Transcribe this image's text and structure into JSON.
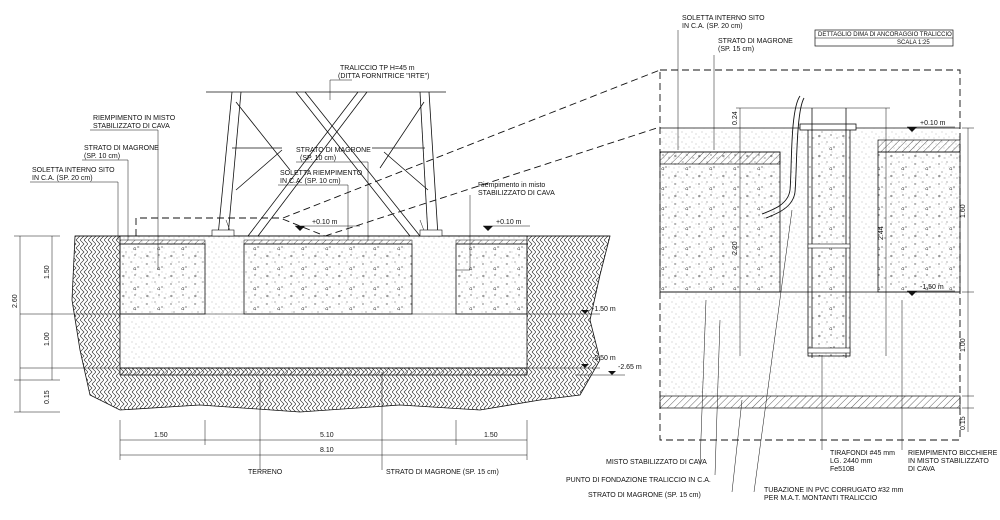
{
  "left_view": {
    "labels": {
      "traliccio_1": "TRALICCIO TP H=45 m",
      "traliccio_2": "(DITTA FORNITRICE \"IRTE\")",
      "riemp_left_1": "RIEMPIMENTO IN MISTO",
      "riemp_left_2": "STABILIZZATO DI CAVA",
      "strato_left_1": "STRATO DI MAGRONE",
      "strato_left_2": "(SP. 10 cm)",
      "soletta_left_1": "SOLETTA INTERNO SITO",
      "soletta_left_2": "IN C.A. (SP. 20 cm)",
      "strato_mid_1": "STRATO DI MAGRONE",
      "strato_mid_2": "(SP. 10 cm)",
      "soletta_mid_1": "SOLETTA RIEMPIMENTO",
      "soletta_mid_2": "IN C.A. (SP. 10 cm)",
      "riemp_right_1": "Riempimento in misto",
      "riemp_right_2": "STABILIZZATO DI CAVA",
      "terreno": "TERRENO",
      "strato_bottom": "STRATO DI MAGRONE (SP. 15 cm)"
    },
    "levels": {
      "plus010_a": "+0.10 m",
      "plus010_b": "+0.10 m",
      "minus150": "-1.50 m",
      "minus250": "-2.50 m",
      "minus265": "-2.65 m"
    },
    "dims": {
      "v150": "1.50",
      "v260": "2.60",
      "v100": "1.00",
      "v015": "0.15",
      "h150a": "1.50",
      "h510": "5.10",
      "h150b": "1.50",
      "h810": "8.10"
    }
  },
  "right_view": {
    "title": "DETTAGLIO DIMA DI ANCORAGGIO TRALICCIO",
    "scale": "SCALA 1:25",
    "labels": {
      "soletta_1": "SOLETTA INTERNO SITO",
      "soletta_2": "IN C.A. (SP. 20 cm)",
      "strato_1": "STRATO DI MAGRONE",
      "strato_2": "(SP. 15 cm)",
      "misto": "MISTO STABILIZZATO DI CAVA",
      "punto": "PUNTO DI FONDAZIONE TRALICCIO IN C.A.",
      "strato_bottom": "STRATO DI MAGRONE (SP. 15 cm)",
      "tirafondi_1": "TIRAFONDI #45 mm",
      "tirafondi_2": "LG. 2440 mm",
      "tirafondi_3": "Fe510B",
      "tubazione_1": "TUBAZIONE IN PVC CORRUGATO #32 mm",
      "tubazione_2": "PER M.A.T. MONTANTI TRALICCIO",
      "riemp_1": "RIEMPIMENTO BICCHIERE",
      "riemp_2": "IN MISTO STABILIZZATO",
      "riemp_3": "DI CAVA"
    },
    "levels": {
      "plus010": "+0.10 m",
      "minus150": "-1.50 m"
    },
    "dims": {
      "d024": "0.24",
      "d220": "2.20",
      "d244": "2.44",
      "v160": "1.60",
      "v100": "1.00",
      "v015": "0.15"
    }
  },
  "colors": {
    "line": "#111111",
    "background": "#ffffff"
  }
}
